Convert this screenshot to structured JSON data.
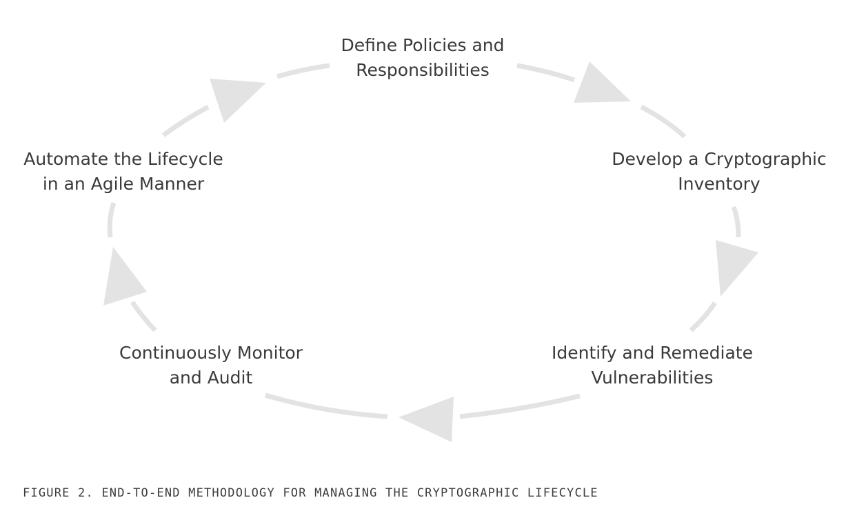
{
  "diagram": {
    "stages": [
      {
        "line1": "Define Policies and",
        "line2": "Responsibilities"
      },
      {
        "line1": "Develop a Cryptographic",
        "line2": "Inventory"
      },
      {
        "line1": "Identify and Remediate",
        "line2": "Vulnerabilities"
      },
      {
        "line1": "Continuously Monitor",
        "line2": "and Audit"
      },
      {
        "line1": "Automate the Lifecycle",
        "line2": "in an Agile Manner"
      }
    ],
    "arrow_color": "#e3e3e3",
    "text_color": "#3a3a3a"
  },
  "caption": "FIGURE 2. END-TO-END METHODOLOGY FOR MANAGING THE CRYPTOGRAPHIC LIFECYCLE"
}
